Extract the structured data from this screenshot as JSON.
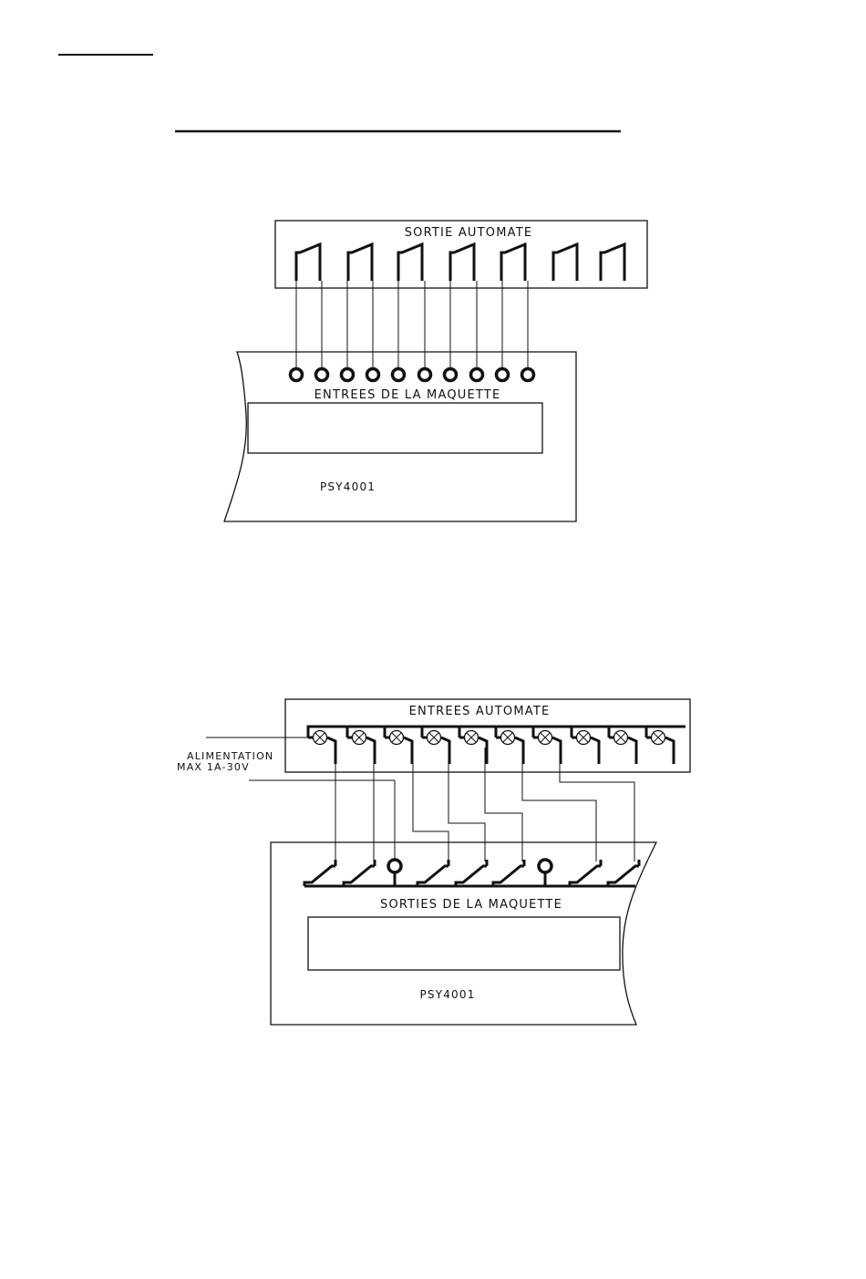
{
  "diagram1": {
    "output_box_label": "SORTIE AUTOMATE",
    "inputs_label": "ENTREES DE LA MAQUETTE",
    "model_label": "PSY4001",
    "contact_count": 7,
    "terminal_count": 10
  },
  "diagram2": {
    "input_box_label": "ENTREES AUTOMATE",
    "power_label_line1": "ALIMENTATION",
    "power_label_line2": "MAX 1A-30V",
    "outputs_label": "SORTIES DE LA MAQUETTE",
    "model_label": "PSY4001",
    "lamp_count": 10
  }
}
